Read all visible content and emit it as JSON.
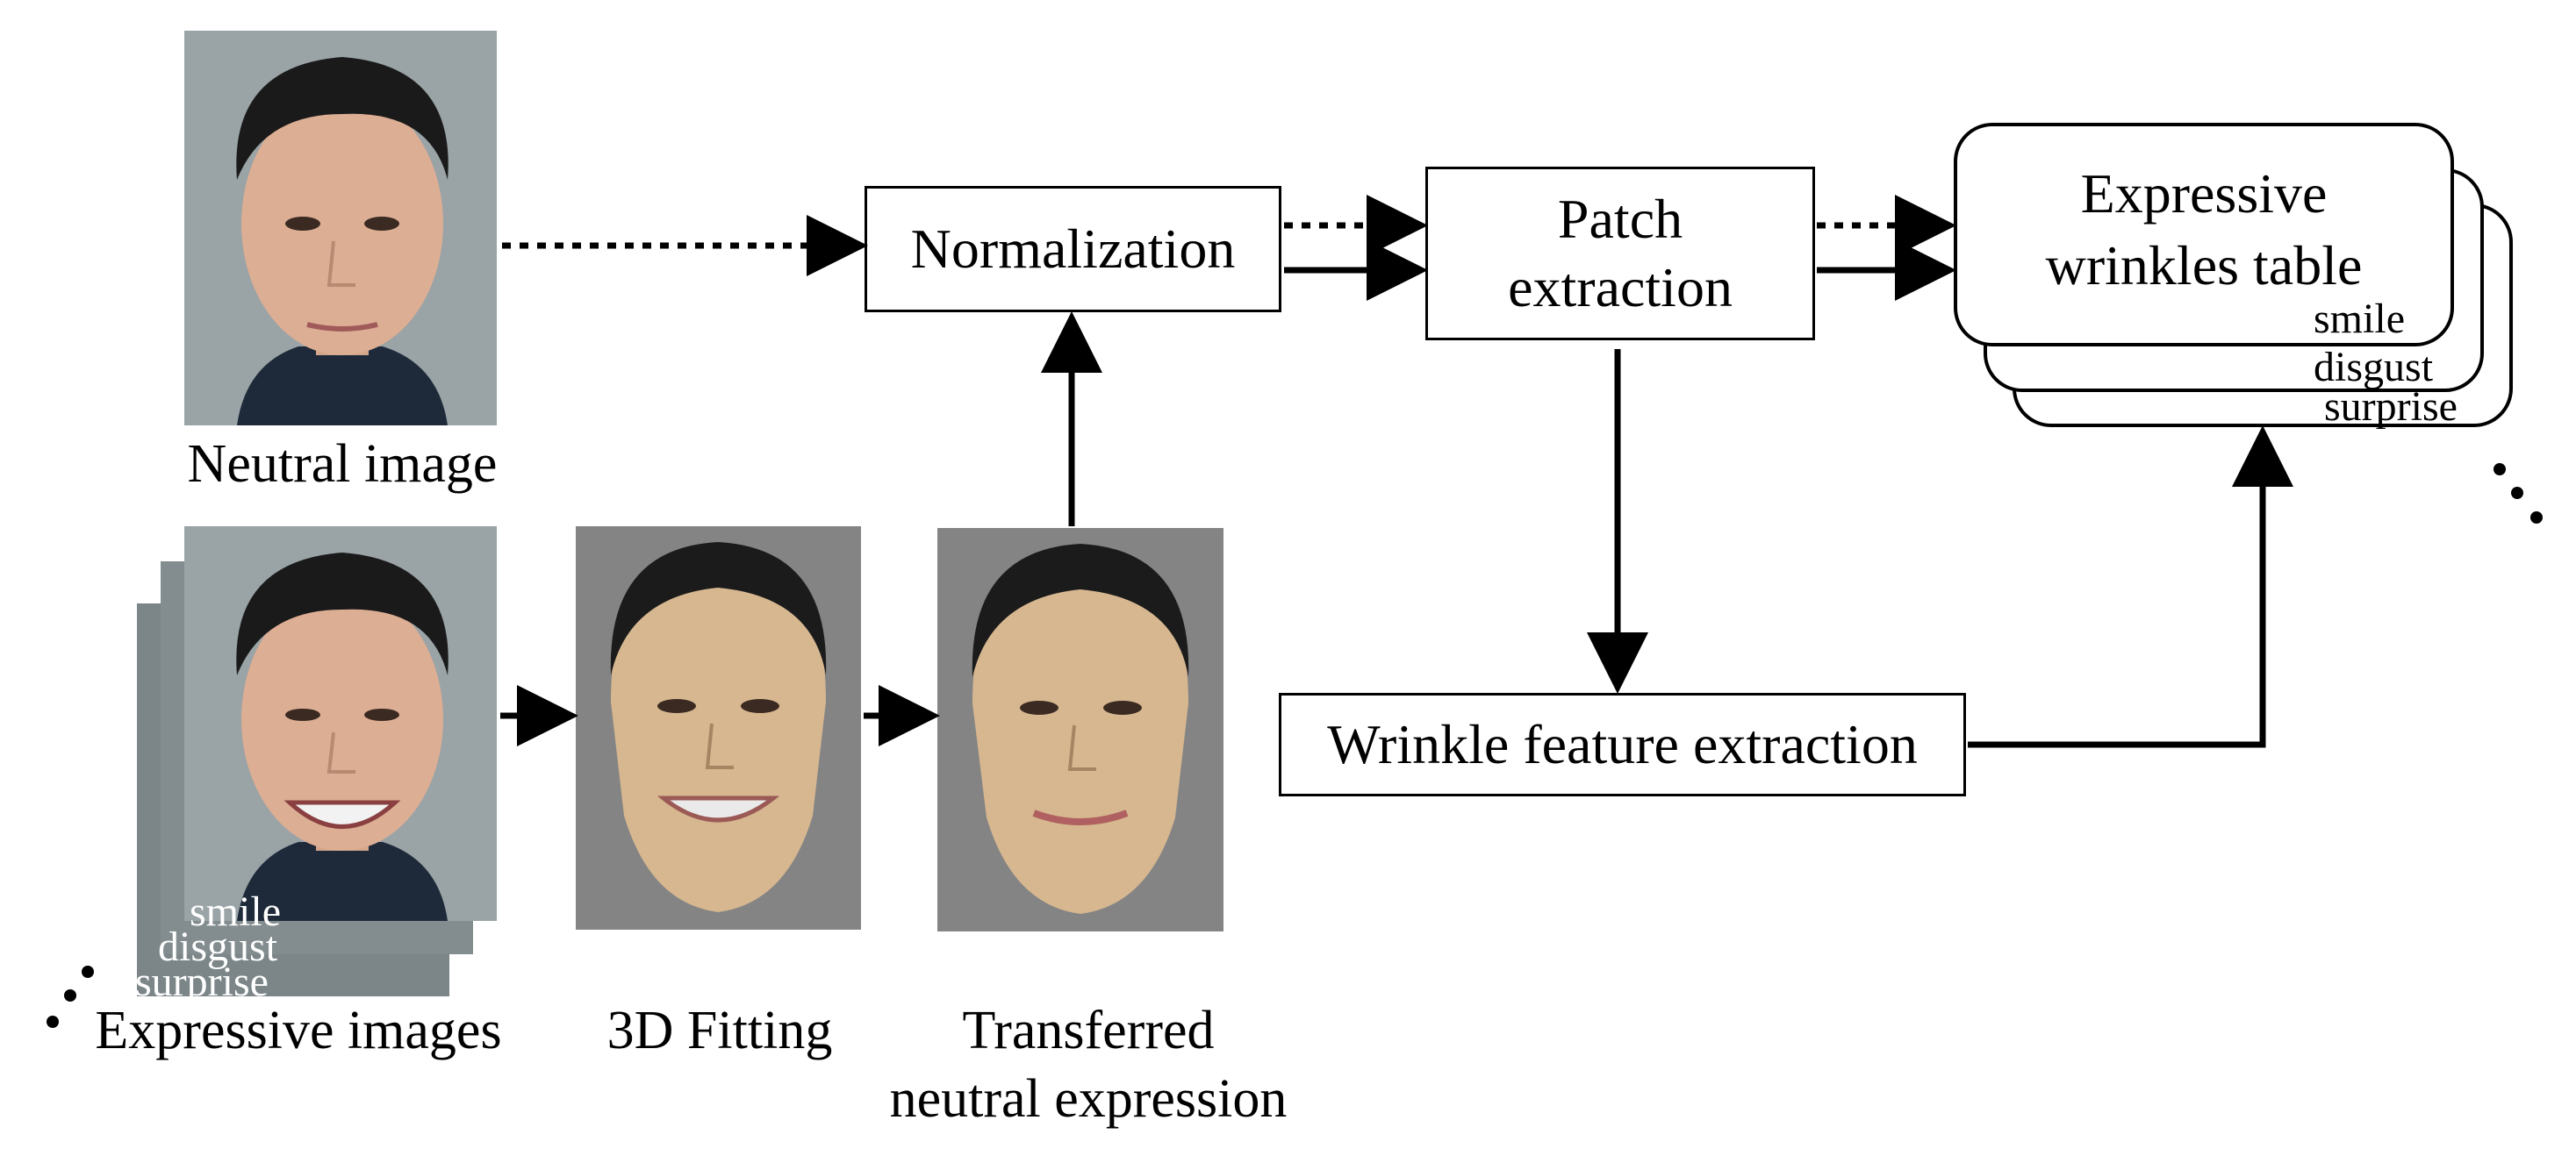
{
  "nodes": {
    "normalization": "Normalization",
    "patch_extraction_line1": "Patch",
    "patch_extraction_line2": "extraction",
    "wrinkle_feature_extraction": "Wrinkle feature extraction",
    "expressive_table_line1": "Expressive",
    "expressive_table_line2": "wrinkles table"
  },
  "table_labels": [
    "smile",
    "disgust",
    "surprise"
  ],
  "image_labels": [
    "smile",
    "disgust",
    "surprise"
  ],
  "captions": {
    "neutral_image": "Neutral image",
    "expressive_images": "Expressive images",
    "fitting_3d": "3D Fitting",
    "transferred_line1": "Transferred",
    "transferred_line2": "neutral expression"
  },
  "icons": {
    "neutral_photo": "face-photo-neutral",
    "expressive_photo": "face-photo-smile",
    "fitted_face": "face-3d-fitted",
    "transferred_face": "face-3d-neutral"
  }
}
